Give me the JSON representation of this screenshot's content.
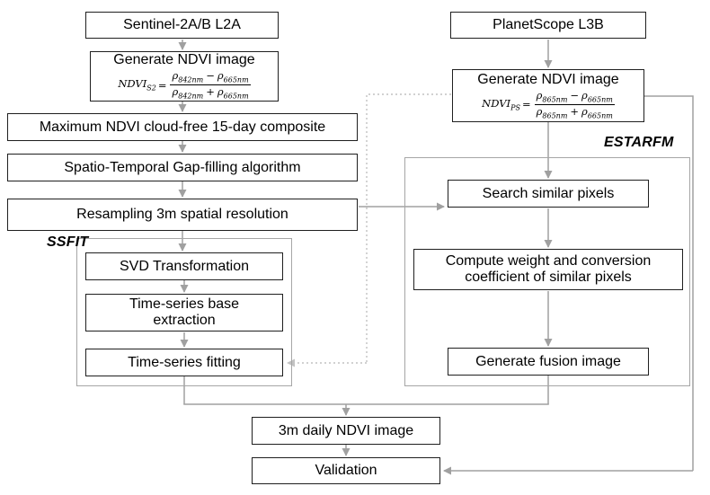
{
  "nodes": {
    "sentinel": "Sentinel-2A/B L2A",
    "generate_ndvi_s2": "Generate NDVI image",
    "max_composite": "Maximum NDVI cloud-free 15-day composite",
    "gap_filling": "Spatio-Temporal Gap-filling algorithm",
    "resampling": "Resampling 3m spatial resolution",
    "svd": "SVD Transformation",
    "ts_base": "Time-series base extraction",
    "ts_fit": "Time-series fitting",
    "planetscope": "PlanetScope L3B",
    "generate_ndvi_ps": "Generate NDVI image",
    "search_pixels": "Search similar pixels",
    "compute_weight": "Compute weight and conversion coefficient of similar pixels",
    "fusion": "Generate fusion image",
    "daily_ndvi": "3m daily NDVI image",
    "validation": "Validation"
  },
  "groups": {
    "ssfit_label": "SSFIT",
    "estarfm_label": "ESTARFM"
  },
  "formulas": {
    "s2": {
      "lhs": "NDVI",
      "lhs_sub": "S2",
      "equals": "=",
      "num_a": "ρ",
      "num_a_sub": "842nm",
      "minus": "−",
      "num_b": "ρ",
      "num_b_sub": "665nm",
      "den_a": "ρ",
      "den_a_sub": "842nm",
      "plus": "+",
      "den_b": "ρ",
      "den_b_sub": "665nm"
    },
    "ps": {
      "lhs": "NDVI",
      "lhs_sub": "PS",
      "equals": "=",
      "num_a": "ρ",
      "num_a_sub": "865nm",
      "minus": "−",
      "num_b": "ρ",
      "num_b_sub": "665nm",
      "den_a": "ρ",
      "den_a_sub": "865nm",
      "plus": "+",
      "den_b": "ρ",
      "den_b_sub": "665nm"
    }
  },
  "colors": {
    "box_border": "#1f1f1f",
    "group_border": "#a6a6a6",
    "arrow": "#a0a0a0",
    "dotted": "#c2c2c2"
  }
}
